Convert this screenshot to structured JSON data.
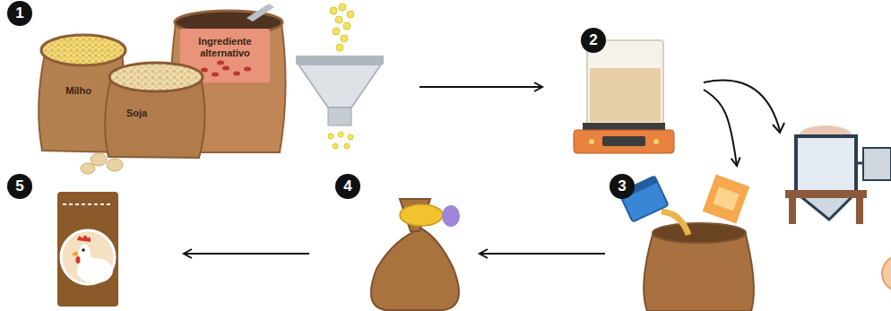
{
  "diagram": {
    "nodes": [
      {
        "text": [
          "1"
        ]
      },
      {
        "text": [
          "Milho"
        ],
        "in": 0
      },
      {
        "text": [
          "Soja"
        ],
        "in": 0
      },
      {
        "text": [
          "Ingrediente alternativo"
        ],
        "in": 0
      },
      {
        "text": [
          "2"
        ]
      },
      {
        "text": [
          "3"
        ]
      },
      {
        "text": [
          "4"
        ]
      },
      {
        "text": [
          "5"
        ]
      }
    ],
    "edges": [
      {
        "from": 0,
        "to": 4,
        "arrow": "to"
      },
      {
        "from": 4,
        "to": 5,
        "arrow": "to"
      },
      {
        "from": 5,
        "to": 6,
        "arrow": "to"
      },
      {
        "from": 6,
        "to": 7,
        "arrow": "to"
      }
    ]
  }
}
